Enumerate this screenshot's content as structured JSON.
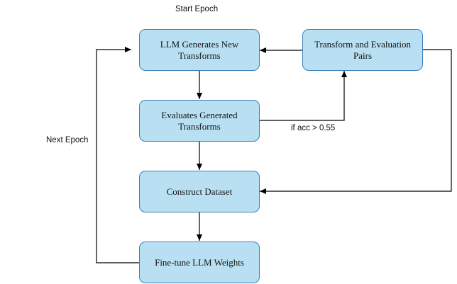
{
  "theme": {
    "node_fill": "#b9e0f2",
    "node_border": "#3b7fb8",
    "arrow_color": "#000000"
  },
  "labels": {
    "start_epoch": "Start Epoch",
    "next_epoch": "Next Epoch",
    "condition": "if acc > 0.55"
  },
  "nodes": {
    "generate": "LLM Generates New Transforms",
    "evaluate": "Evaluates Generated Transforms",
    "dataset": "Construct Dataset",
    "finetune": "Fine-tune LLM Weights",
    "pairs": "Transform and Evaluation Pairs"
  },
  "edges": [
    {
      "from": "generate",
      "to": "evaluate"
    },
    {
      "from": "evaluate",
      "to": "dataset"
    },
    {
      "from": "dataset",
      "to": "finetune"
    },
    {
      "from": "evaluate",
      "to": "pairs",
      "label": "if acc > 0.55"
    },
    {
      "from": "pairs",
      "to": "generate"
    },
    {
      "from": "pairs",
      "to": "dataset"
    },
    {
      "from": "finetune",
      "to": "generate",
      "label": "Next Epoch"
    }
  ]
}
